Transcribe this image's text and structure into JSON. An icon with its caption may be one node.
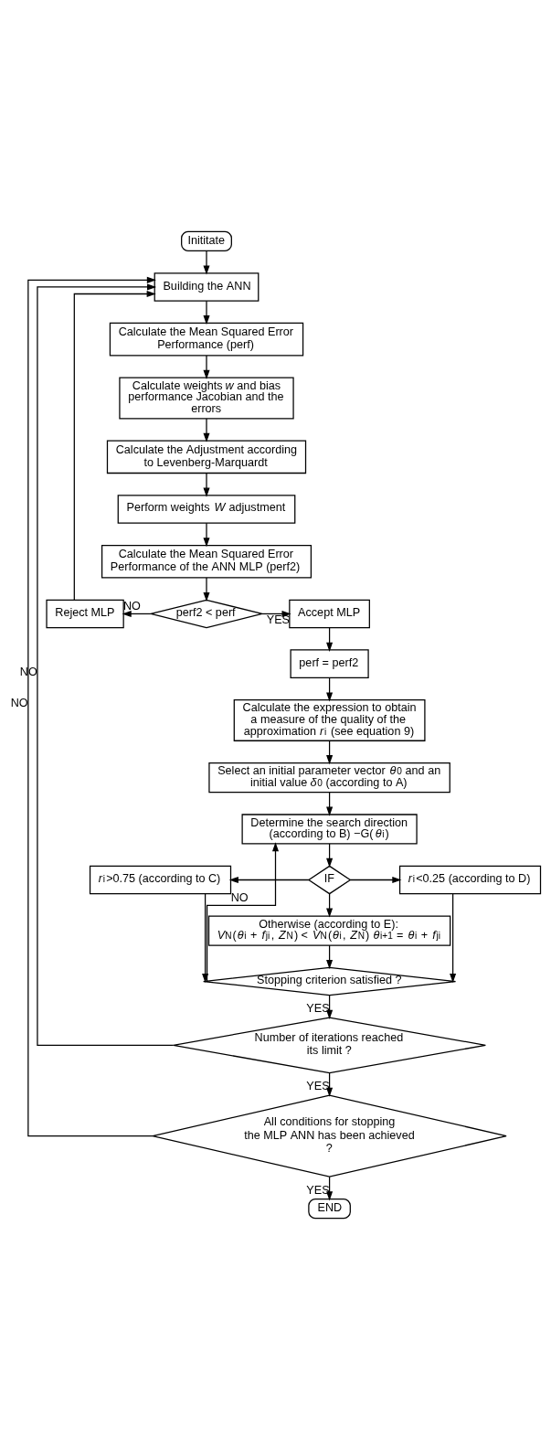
{
  "diagram": {
    "nodes": [
      {
        "text": [
          "Inititate"
        ]
      },
      {
        "text": [
          "Building the ANN"
        ]
      },
      {
        "text": [
          "Calculate the Mean Squared Error Performance (perf)"
        ]
      },
      {
        "text": [
          "Calculate weights *w* and bias performance Jacobian and the errors"
        ]
      },
      {
        "text": [
          "Calculate the Adjustment according to Levenberg-Marquardt"
        ]
      },
      {
        "text": [
          "Perform weights *W* adjustment"
        ]
      },
      {
        "text": [
          "Calculate the Mean Squared Error Performance of the ANN MLP (perf2)"
        ]
      },
      {
        "text": [
          "perf2 < perf"
        ]
      },
      {
        "text": [
          "Reject MLP"
        ]
      },
      {
        "text": [
          "Accept MLP"
        ]
      },
      {
        "text": [
          "perf = perf2"
        ]
      },
      {
        "text": [
          "Calculate the expression to obtain a measure of the quality of the approximation *r*$_{i}$ (see equation 9)"
        ]
      },
      {
        "text": [
          "Select an initial parameter vector *θ*$_{0}$ and an initial value *δ*$_{0}$ (according to A)"
        ]
      },
      {
        "text": [
          "Determine the search direction (according to B) −G(*θ*$_{i}$)"
        ]
      },
      {
        "text": [
          "IF"
        ]
      },
      {
        "text": [
          "*r*$_{i}$>0.75 (according to C)"
        ]
      },
      {
        "text": [
          "*r*$_{i}$<0.25 (according to D)"
        ]
      },
      {
        "text": [
          "Otherwise (according to E):",
          "*V*$_{N}$(*θ*$_{i}$ + *f*$_{ji}$, *Z*$^{N}$) < *V*$_{N}$(*θ*$_{i}$, *Z*$^{N}$) *θ*$_{i+1}$ = *θ*$_{i}$ + *f*$_{ji}$"
        ]
      },
      {
        "text": [
          "Stopping criterion satisfied ?"
        ]
      },
      {
        "text": [
          "Number of iterations reached its limit ?"
        ]
      },
      {
        "text": [
          "All conditions for stopping the MLP ANN has been achieved ?"
        ]
      },
      {
        "text": [
          "END"
        ]
      }
    ],
    "edges": [
      {
        "from": 0,
        "to": 1,
        "arrow": "to"
      },
      {
        "from": 1,
        "to": 2,
        "arrow": "to"
      },
      {
        "from": 2,
        "to": 3,
        "arrow": "to"
      },
      {
        "from": 3,
        "to": 4,
        "arrow": "to"
      },
      {
        "from": 4,
        "to": 5,
        "arrow": "to"
      },
      {
        "from": 5,
        "to": 6,
        "arrow": "to"
      },
      {
        "from": 6,
        "to": 7,
        "arrow": "to"
      },
      {
        "from": 7,
        "to": 8,
        "arrow": "to",
        "label": "NO"
      },
      {
        "from": 8,
        "to": 1,
        "arrow": "to"
      },
      {
        "from": 7,
        "to": 9,
        "arrow": "to",
        "label": "YES"
      },
      {
        "from": 9,
        "to": 10,
        "arrow": "to"
      },
      {
        "from": 10,
        "to": 11,
        "arrow": "to"
      },
      {
        "from": 11,
        "to": 12,
        "arrow": "to"
      },
      {
        "from": 12,
        "to": 13,
        "arrow": "to"
      },
      {
        "from": 13,
        "to": 14,
        "arrow": "to"
      },
      {
        "from": 14,
        "to": 15,
        "arrow": "to"
      },
      {
        "from": 14,
        "to": 16,
        "arrow": "to"
      },
      {
        "from": 14,
        "to": 17,
        "arrow": "to"
      },
      {
        "from": 15,
        "to": 18,
        "arrow": "to"
      },
      {
        "from": 16,
        "to": 18,
        "arrow": "to"
      },
      {
        "from": 17,
        "to": 18,
        "arrow": "to"
      },
      {
        "from": 18,
        "to": 13,
        "arrow": "to",
        "label": "NO"
      },
      {
        "from": 18,
        "to": 19,
        "arrow": "to",
        "label": "YES"
      },
      {
        "from": 19,
        "to": 1,
        "arrow": "to",
        "label": "NO"
      },
      {
        "from": 19,
        "to": 20,
        "arrow": "to",
        "label": "YES"
      },
      {
        "from": 20,
        "to": 1,
        "arrow": "to",
        "label": "NO"
      },
      {
        "from": 20,
        "to": 21,
        "arrow": "to",
        "label": "YES"
      }
    ]
  }
}
